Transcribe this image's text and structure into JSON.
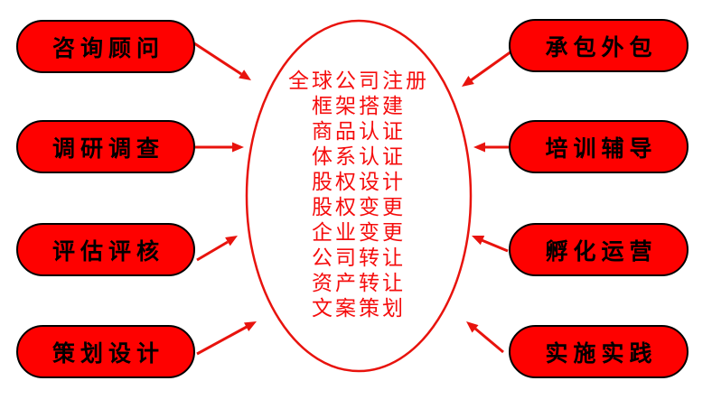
{
  "colors": {
    "node_fill": "#fe0100",
    "node_border": "#000000",
    "node_text": "#000000",
    "line_red": "#e8130d",
    "center_text": "#f50d0d",
    "background": "#ffffff"
  },
  "center": {
    "lines": [
      "全球公司注册",
      "框架搭建",
      "商品认证",
      "体系认证",
      "股权设计",
      "股权变更",
      "企业变更",
      "公司转让",
      "资产转让",
      "文案策划"
    ]
  },
  "left_nodes": [
    {
      "label": "咨询顾问"
    },
    {
      "label": "调研调查"
    },
    {
      "label": "评估评核"
    },
    {
      "label": "策划设计"
    }
  ],
  "right_nodes": [
    {
      "label": "承包外包"
    },
    {
      "label": "培训辅导"
    },
    {
      "label": "孵化运营"
    },
    {
      "label": "实施实践"
    }
  ]
}
